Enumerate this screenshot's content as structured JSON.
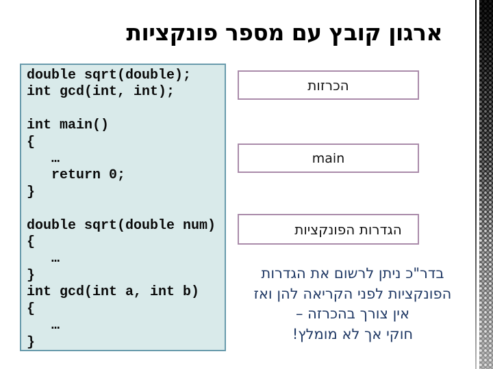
{
  "slide": {
    "title": "ארגון קובץ עם מספר פונקציות",
    "code": "double sqrt(double);\nint gcd(int, int);\n\nint main()\n{\n   …\n   return 0;\n}\n\ndouble sqrt(double num)\n{\n   …\n}\nint gcd(int a, int b)\n{\n   …\n}",
    "boxes": [
      {
        "label": "הכרזות"
      },
      {
        "label": "main"
      },
      {
        "label": "הגדרות הפונקציות"
      }
    ],
    "note_lines": [
      "בדר\"כ ניתן לרשום את הגדרות",
      "הפונקציות לפני הקריאה להן ואז",
      "אין צורך בהכרזה –",
      "חוקי אך לא מומלץ!"
    ],
    "colors": {
      "code_panel_bg": "#d9eaea",
      "code_panel_border": "#679aab",
      "label_box_border": "#a98aa9",
      "note_text": "#1f3864",
      "stripe_top": "#050505",
      "stripe_bottom": "#8f8f8f"
    }
  }
}
